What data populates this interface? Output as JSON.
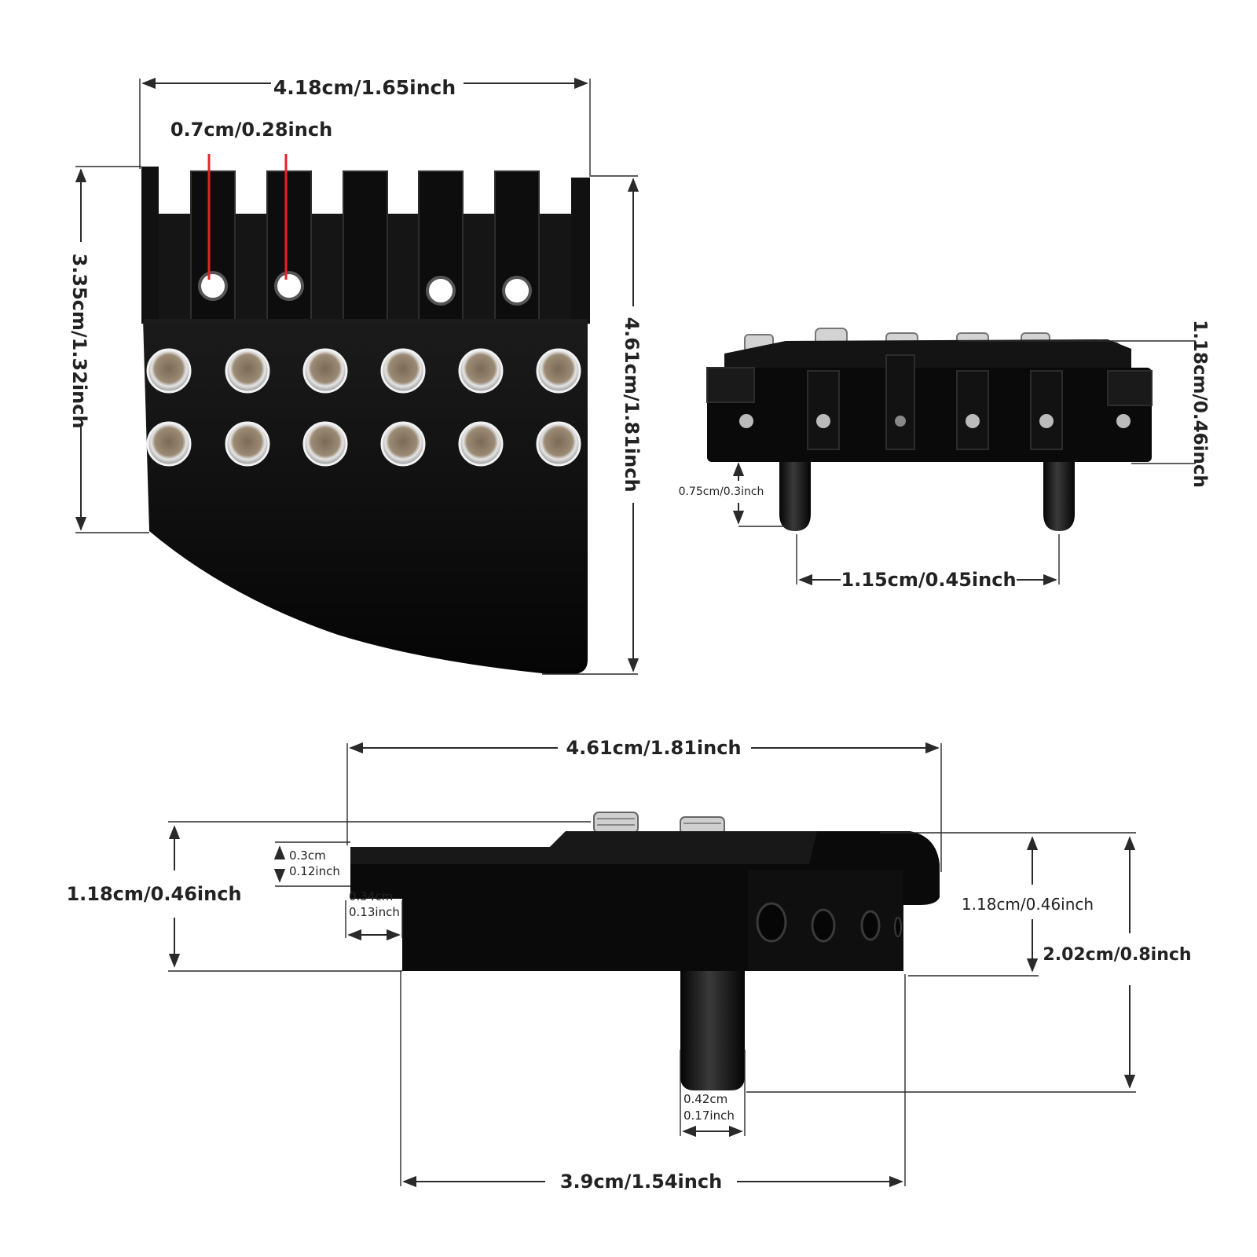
{
  "colors": {
    "part": "#0b0b0b",
    "part_highlight": "#2c2c2c",
    "screw_ring": "#c9c9c9",
    "screw_core": "#8a7a66",
    "dimension_line": "#2a2a2a",
    "marker_red": "#e8202a"
  },
  "views": {
    "top": {
      "width_label": "4.18cm/1.65inch",
      "slot_label": "0.7cm/0.28inch",
      "left_height_label": "3.35cm/1.32inch",
      "right_height_label": "4.61cm/1.81inch"
    },
    "front": {
      "height_label": "1.18cm/0.46inch",
      "pin_label": "0.75cm/0.3inch",
      "pin_spacing_label": "1.15cm/0.45inch"
    },
    "side": {
      "length_label": "4.61cm/1.81inch",
      "left_height_label": "1.18cm/0.46inch",
      "step_height": [
        "0.3cm",
        "0.12inch"
      ],
      "step_width": [
        "0.34cm",
        "0.13inch"
      ],
      "right_height_label": "1.18cm/0.46inch",
      "total_height_label": "2.02cm/0.8inch",
      "pin_width": [
        "0.42cm",
        "0.17inch"
      ],
      "base_length_label": "3.9cm/1.54inch"
    }
  }
}
